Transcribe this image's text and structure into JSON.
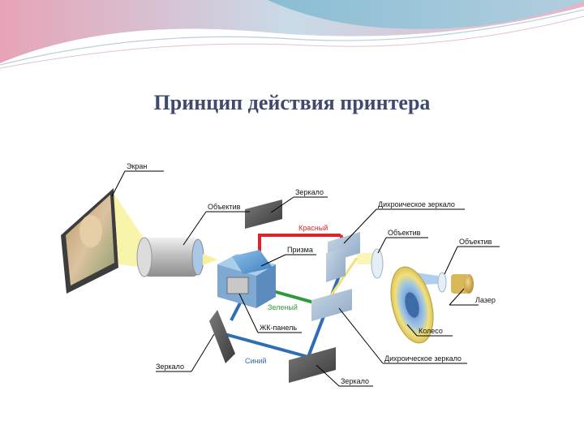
{
  "slide": {
    "title": "Принцип действия принтера"
  },
  "diagram": {
    "labels": {
      "screen": "Экран",
      "lens_main": "Объектив",
      "mirror_top": "Зеркало",
      "dichroic_top": "Дихроическое зеркало",
      "lens_right": "Объектив",
      "lens_far": "Объектив",
      "red": "Красный",
      "prism": "Призма",
      "green": "Зеленый",
      "lcd": "ЖК-панель",
      "laser": "Лазер",
      "wheel": "Колесо",
      "mirror_left": "Зеркало",
      "blue": "Синий",
      "dichroic_bottom": "Дихроическое зеркало",
      "mirror_bottom": "Зеркало"
    },
    "colors": {
      "red_beam": "#d8262f",
      "green_beam": "#2f9a3a",
      "blue_beam": "#2f6db5",
      "light_cone": "#f7f29a",
      "title": "#3f4a6e"
    }
  }
}
